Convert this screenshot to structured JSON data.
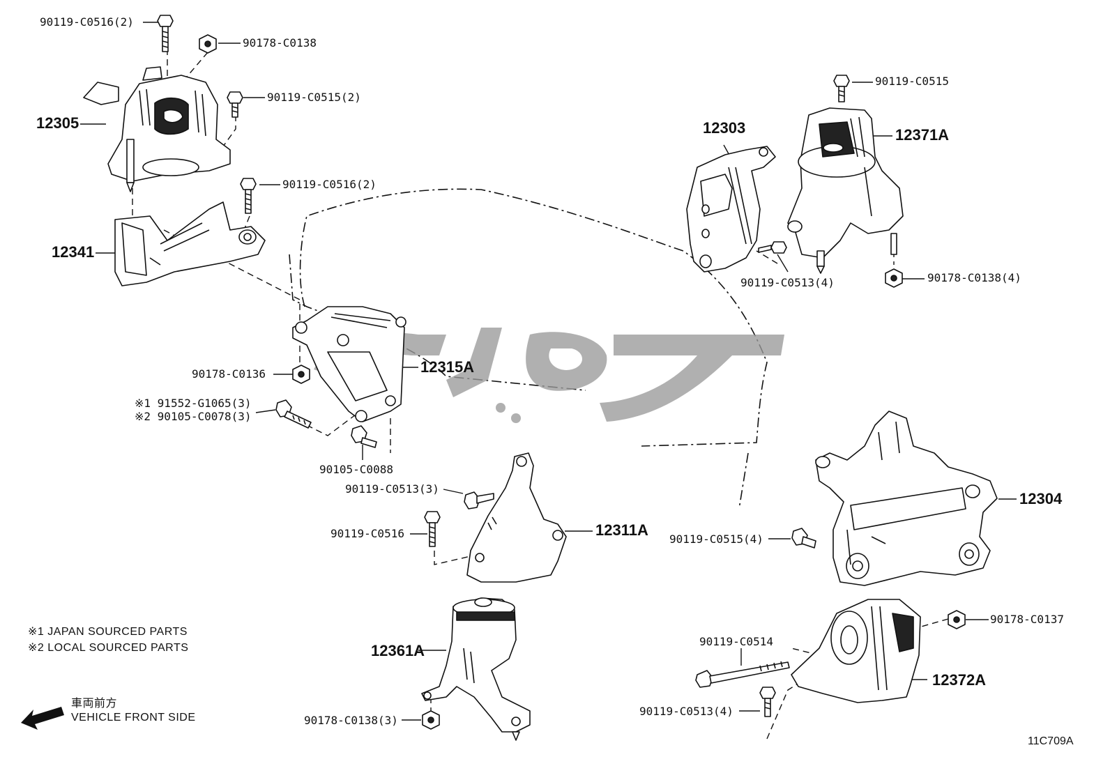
{
  "labels": {
    "l_90119_C0516_2_top": "90119-C0516(2)",
    "l_90178_C0138_top": "90178-C0138",
    "l_90119_C0515_2": "90119-C0515(2)",
    "l_12305": "12305",
    "l_90119_C0516_2_mid": "90119-C0516(2)",
    "l_12341": "12341",
    "l_90119_C0515_right": "90119-C0515",
    "l_12303": "12303",
    "l_12371A": "12371A",
    "l_90119_C0513_4_top": "90119-C0513(4)",
    "l_90178_C0138_4": "90178-C0138(4)",
    "l_12315A": "12315A",
    "l_90178_C0136": "90178-C0136",
    "l_91552_G1065_3": "※1 91552-G1065(3)",
    "l_90105_C0078_3": "※2 90105-C0078(3)",
    "l_90105_C0088": "90105-C0088",
    "l_90119_C0513_3": "90119-C0513(3)",
    "l_90119_C0516": "90119-C0516",
    "l_12311A": "12311A",
    "l_12304": "12304",
    "l_90119_C0515_4": "90119-C0515(4)",
    "l_12361A": "12361A",
    "l_90178_C0138_3": "90178-C0138(3)",
    "l_90178_C0137": "90178-C0137",
    "l_90119_C0514": "90119-C0514",
    "l_12372A": "12372A",
    "l_90119_C0513_4_bottom": "90119-C0513(4)"
  },
  "notes": {
    "japan": "※1 JAPAN SOURCED PARTS",
    "local": "※2 LOCAL SOURCED PARTS"
  },
  "direction": {
    "jp": "車両前方",
    "en": "VEHICLE FRONT SIDE"
  },
  "diagram_code": "11C709A",
  "watermark_color": "#9a9a9a"
}
